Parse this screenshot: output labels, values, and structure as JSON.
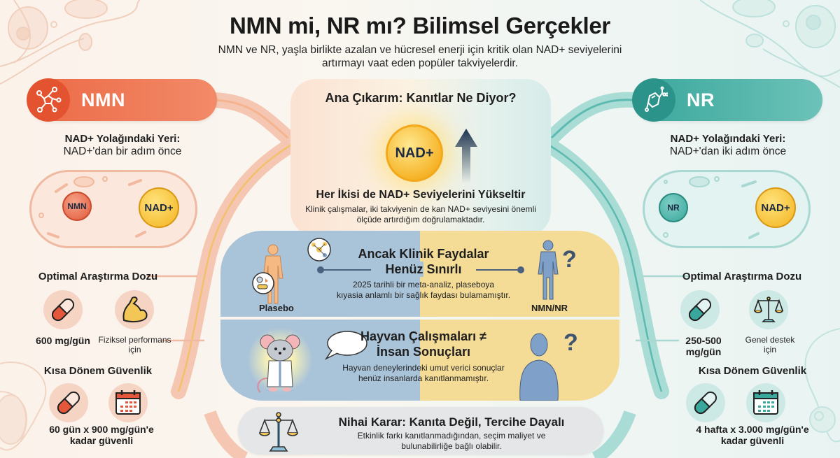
{
  "header": {
    "title": "NMN mi, NR mı? Bilimsel Gerçekler",
    "subtitle": "NMN ve NR, yaşla birlikte azalan ve hücresel enerji için kritik olan NAD+ seviyelerini artırmayı vaat eden popüler takviyelerdir."
  },
  "colors": {
    "nmn_accent": "#ec6a46",
    "nr_accent": "#3aa79c",
    "nad_gold": "#f6b52a",
    "placebo_blue": "#a9c3d9",
    "supplement_yellow": "#f5dc96"
  },
  "nmn": {
    "label": "NMN",
    "icon": "molecule-icon",
    "pathway_heading": "NAD+ Yolağındaki Yeri:",
    "pathway_text": "NAD+'dan bir adım önce",
    "cell": {
      "left_molecule": "NMN",
      "right_molecule": "NAD+"
    },
    "dose_heading": "Optimal Araştırma Dozu",
    "dose_value": "600 mg/gün",
    "dose_icon": "capsule-icon",
    "dose_note": "Fiziksel performans için",
    "dose_note_icon": "flexed-arm-icon",
    "safety_heading": "Kısa Dönem Güvenlik",
    "safety_icon_1": "capsule-icon",
    "safety_icon_2": "calendar-icon",
    "safety_text_line1": "60 gün x 900 mg/gün'e",
    "safety_text_line2": "kadar güvenli"
  },
  "nr": {
    "label": "NR",
    "icon": "benzene-molecule-icon",
    "pathway_heading": "NAD+ Yolağındaki Yeri:",
    "pathway_text": "NAD+'dan iki adım önce",
    "cell": {
      "left_molecule": "NR",
      "right_molecule": "NAD+"
    },
    "dose_heading": "Optimal Araştırma Dozu",
    "dose_value_line1": "250-500",
    "dose_value_line2": "mg/gün",
    "dose_icon": "capsule-icon",
    "dose_note_line1": "Genel destek",
    "dose_note_line2": "için",
    "dose_note_icon": "balance-scale-icon",
    "safety_heading": "Kısa Dönem Güvenlik",
    "safety_icon_1": "capsule-icon",
    "safety_icon_2": "calendar-icon",
    "safety_text_line1": "4 hafta x 3.000 mg/gün'e",
    "safety_text_line2": "kadar güvenli"
  },
  "center": {
    "title": "Ana Çıkarım: Kanıtlar Ne Diyor?",
    "nad_label": "NAD+",
    "finding_heading": "Her İkisi de NAD+ Seviyelerini Yükseltir",
    "finding_text": "Klinik çalışmalar, iki takviyenin de kan NAD+ seviyesini önemli ölçüde artırdığım doğrulamaktadır.",
    "clinical": {
      "heading_line1": "Ancak Klinik Faydalar",
      "heading_line2": "Henüz Sınırlı",
      "text_line1": "2025 tarihli bir meta-analiz, plaseboya",
      "text_line2": "kıyasia anlamlı bir sağlık faydası bulamamıştır.",
      "left_label": "Plasebo",
      "right_label": "NMN/NR",
      "question_mark": "?"
    },
    "animal": {
      "heading_line1": "Hayvan Çalışmaları ≠",
      "heading_line2": "İnsan Sonuçları",
      "text_line1": "Hayvan deneylerindeki umut verici sonuçlar",
      "text_line2": "henüz insanlarda kanıtlanmamıştır.",
      "question_mark": "?"
    },
    "verdict": {
      "heading": "Nihai Karar: Kanıta Değil, Tercihe Dayalı",
      "text_line1": "Etkinlik farkı kanıtlanmadığından, seçim maliyet ve",
      "text_line2": "bulunabilirliğe bağlı olabilir."
    }
  }
}
